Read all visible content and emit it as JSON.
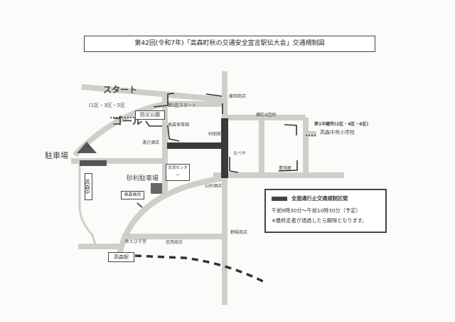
{
  "title": "第42回(令和7年)「高森町秋の交通安全宣言駅伝大会」交通規制図",
  "labels": {
    "start": "スタート",
    "goal": "ゴール",
    "start_sections": "(1区・3区・5区",
    "start_1": "第1区スタート",
    "bousai_park": "防災公園",
    "takamori_nursery": "高森保育園",
    "watanabe_liquor": "渡辺酒店",
    "murata": "村田家",
    "naneya": "なべや",
    "fujita_shop": "藤田商店",
    "yokomachi_a": "横町A団地",
    "relay_point": "第1中継所(2区・4区・6区)",
    "central_elementary": "高森中央小学校",
    "toyo": "豊嶺屋",
    "parking": "駐車場",
    "takamori_jhs": "高森中",
    "gravel_parking": "砂利駐車場",
    "exchange_center": "交流センター",
    "takamori_hs": "高森高校",
    "yamamura_liquor": "山村酒店",
    "nouka_shop": "野稲商店",
    "shin_ebisu": "新えびす堂",
    "credit_union": "信用組合",
    "takamori_station": "高森駅"
  },
  "legend": {
    "title": "全面通行止交通規制区間",
    "time": "午前9時30分〜午前10時30分（予定）",
    "note": "※最終走者が通過したら解除となります。"
  },
  "colors": {
    "road": "#cfcfc9",
    "closed": "#3a3a3a",
    "arrow": "#333"
  }
}
